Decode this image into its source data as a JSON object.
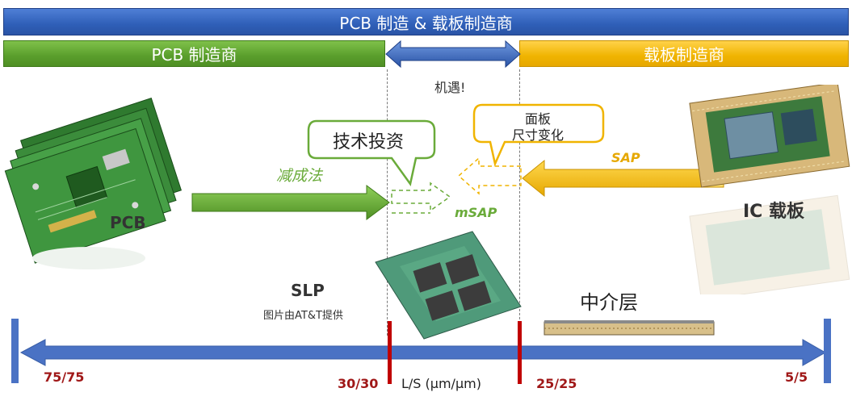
{
  "bars": {
    "top": "PCB 制造 & 载板制造商",
    "pcb": "PCB 制造商",
    "ic": "载板制造商"
  },
  "labels": {
    "opportunity": "机遇!",
    "tech_investment": "技术投资",
    "panel_size_line1": "面板",
    "panel_size_line2": "尺寸变化",
    "subtractive": "减成法",
    "sap": "SAP",
    "msap": "mSAP",
    "pcb": "PCB",
    "ic_substrate": "IC 载板",
    "slp": "SLP",
    "image_credit": "图片由AT&T提供",
    "interposer": "中介层"
  },
  "axis": {
    "ticks": [
      "75/75",
      "30/30",
      "25/25",
      "5/5"
    ],
    "title": "L/S (μm/μm)"
  },
  "colors": {
    "blue": "#2f5fb8",
    "green": "#5a9e2c",
    "yellow": "#f0b400",
    "axis_blue": "#4a72c4",
    "tick_red": "#c00000",
    "tick_label_red": "#a01818"
  },
  "icons": [
    "double-arrow-icon",
    "right-arrow-icon",
    "left-arrow-icon",
    "pcb-board-image",
    "ic-substrate-image",
    "slp-chip-image",
    "interposer-image"
  ]
}
